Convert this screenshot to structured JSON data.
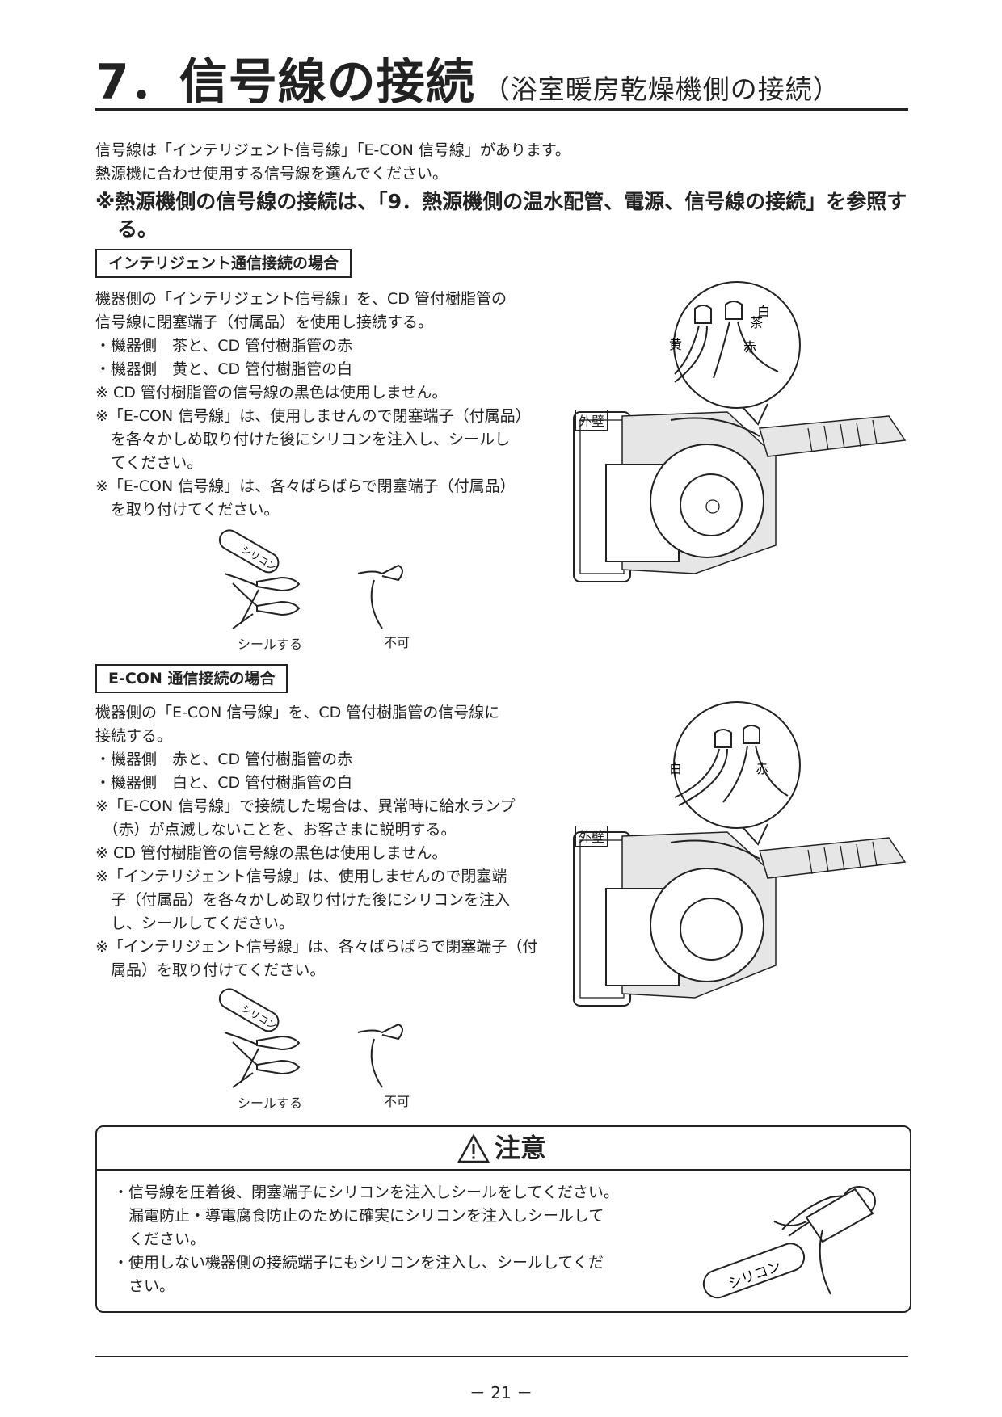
{
  "header": {
    "title": "7．信号線の接続",
    "subtitle": "（浴室暖房乾燥機側の接続）"
  },
  "intro": {
    "lines": [
      "信号線は「インテリジェント信号線」「E-CON 信号線」があります。",
      "熱源機に合わせ使用する信号線を選んでください。"
    ],
    "note_line1": "※熱源機側の信号線の接続は、「9．熱源機側の温水配管、電源、信号線の接続」を参照す",
    "note_line2": "る。"
  },
  "section1": {
    "label": "インテリジェント通信接続の場合",
    "lines": [
      "機器側の「インテリジェント信号線」を、CD 管付樹脂管の",
      "信号線に閉塞端子（付属品）を使用し接続する。",
      "・機器側　茶と、CD 管付樹脂管の赤",
      "・機器側　黄と、CD 管付樹脂管の白",
      "※ CD 管付樹脂管の信号線の黒色は使用しません。",
      "※「E-CON 信号線」は、使用しませんので閉塞端子（付属品）",
      "　を各々かしめ取り付けた後にシリコンを注入し、シールし",
      "　てください。",
      "※「E-CON 信号線」は、各々ばらばらで閉塞端子（付属品）",
      "　を取り付けてください。"
    ],
    "wire_labels": {
      "white": "白",
      "yellow": "黄",
      "brown": "茶",
      "red": "赤"
    },
    "wall_label": "外壁",
    "silicone_label": "シリコン",
    "seal_label": "シールする",
    "ng_label": "不可"
  },
  "section2": {
    "label": "E-CON 通信接続の場合",
    "lines": [
      "機器側の「E-CON 信号線」を、CD 管付樹脂管の信号線に",
      "接続する。",
      "・機器側　赤と、CD 管付樹脂管の赤",
      "・機器側　白と、CD 管付樹脂管の白",
      "※「E-CON 信号線」で接続した場合は、異常時に給水ランプ",
      "　（赤）が点滅しないことを、お客さまに説明する。",
      "※ CD 管付樹脂管の信号線の黒色は使用しません。",
      "※「インテリジェント信号線」は、使用しませんので閉塞端",
      "　子（付属品）を各々かしめ取り付けた後にシリコンを注入",
      "　し、シールしてください。",
      "※「インテリジェント信号線」は、各々ばらばらで閉塞端子（付",
      "　属品）を取り付けてください。"
    ],
    "wire_labels": {
      "white": "白",
      "red": "赤"
    },
    "wall_label": "外壁",
    "silicone_label": "シリコン",
    "seal_label": "シールする",
    "ng_label": "不可"
  },
  "caution": {
    "title": "注意",
    "lines": [
      "・信号線を圧着後、閉塞端子にシリコンを注入しシールをしてください。",
      "　漏電防止・導電腐食防止のために確実にシリコンを注入しシールして",
      "　ください。",
      "・使用しない機器側の接続端子にもシリコンを注入し、シールしてくだ",
      "　さい。"
    ],
    "silicone_label": "シリコン"
  },
  "footer": {
    "page": "－ 21 －"
  }
}
